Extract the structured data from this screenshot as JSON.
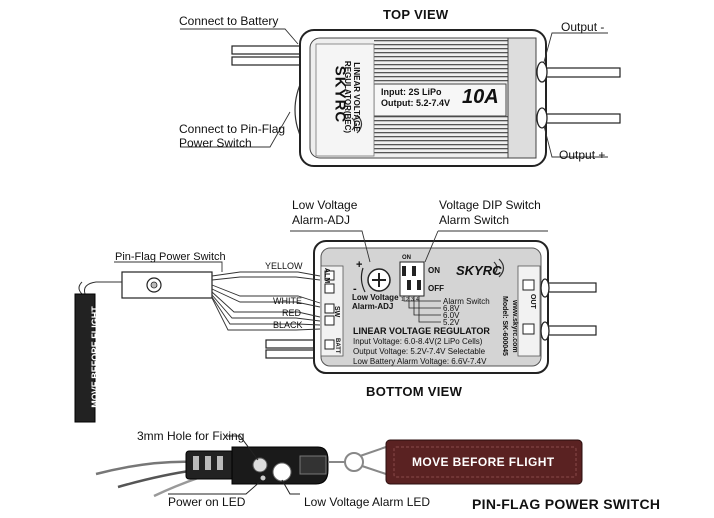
{
  "top_view": {
    "heading": "TOP VIEW",
    "connect_battery": "Connect to Battery",
    "connect_pinflag": "Connect to Pin-Flag\nPower Switch",
    "output_minus": "Output -",
    "output_plus": "Output +",
    "brand": "SKYRC",
    "product_name": "LINEAR VOLTAGE\nREGULATOR(BEC)",
    "input_line": "Input: 2S LiPo",
    "output_line": "Output: 5.2-7.4V",
    "current": "10A"
  },
  "bottom_view": {
    "heading": "BOTTOM VIEW",
    "low_voltage_adj": "Low Voltage\nAlarm-ADJ",
    "dip_switch_label": "Voltage DIP Switch\nAlarm Switch",
    "pin_flag_switch": "Pin-Flag Power Switch",
    "wire_yellow": "YELLOW",
    "wire_white": "WHITE",
    "wire_red": "RED",
    "wire_black": "BLACK",
    "adj_small": "Low Voltage\nAlarm-ADJ",
    "plus_sign": "+",
    "minus_sign": "-",
    "dip_on": "ON",
    "dip_off": "OFF",
    "dip_on_small": "ON",
    "dip_numbers": [
      "1",
      "2",
      "3",
      "4"
    ],
    "alarm_switch": "Alarm Switch",
    "v68": "6.8V",
    "v60": "6.0V",
    "v52": "5.2V",
    "brand": "SKYRC",
    "port_alm": "ALM",
    "port_sw": "SW",
    "port_out": "OUT",
    "port_batt": "BATT",
    "model": "Model: SK-600045",
    "website": "www.skyrc.com",
    "spec_title": "LINEAR VOLTAGE REGULATOR",
    "spec_input": "Input Voltage: 6.0-8.4V(2 LiPo Cells)",
    "spec_output": "Output Voltage: 5.2V-7.4V Selectable",
    "spec_alarm": "Low Battery Alarm Voltage: 6.6V-7.4V",
    "tag_text": "MOVE BEFORE FLIGHT"
  },
  "pin_flag": {
    "heading": "PIN-FLAG POWER SWITCH",
    "hole_label": "3mm Hole for Fixing",
    "power_led": "Power on LED",
    "alarm_led": "Low Voltage Alarm LED",
    "tag_text": "MOVE BEFORE FLIGHT"
  }
}
